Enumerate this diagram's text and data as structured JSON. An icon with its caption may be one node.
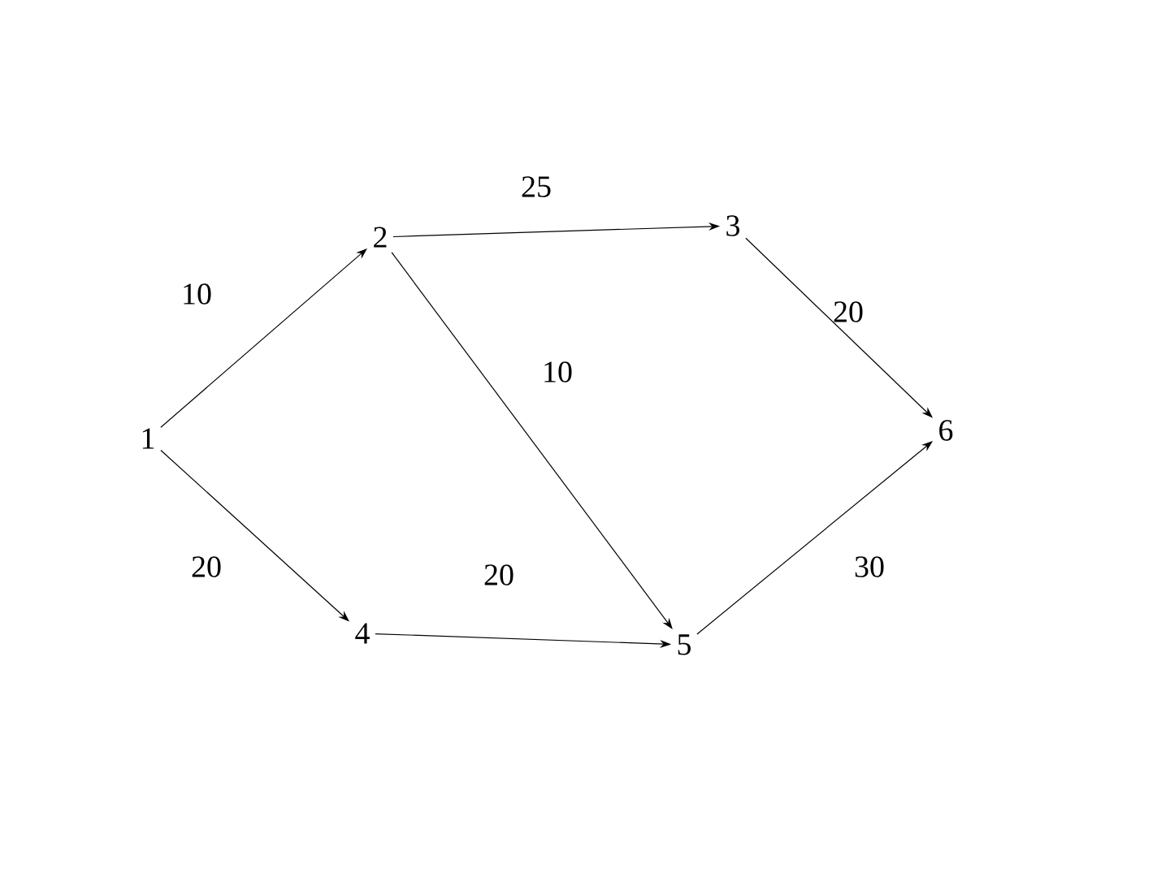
{
  "diagram": {
    "nodes": [
      {
        "text": [
          "1"
        ]
      },
      {
        "text": [
          "2"
        ]
      },
      {
        "text": [
          "3"
        ]
      },
      {
        "text": [
          "4"
        ]
      },
      {
        "text": [
          "5"
        ]
      },
      {
        "text": [
          "6"
        ]
      }
    ],
    "edges": [
      {
        "from": 0,
        "to": 1,
        "arrow": "to",
        "label": "10"
      },
      {
        "from": 0,
        "to": 3,
        "arrow": "to",
        "label": "20"
      },
      {
        "from": 1,
        "to": 2,
        "arrow": "to",
        "label": "25"
      },
      {
        "from": 1,
        "to": 4,
        "arrow": "to",
        "label": "10"
      },
      {
        "from": 2,
        "to": 5,
        "arrow": "to",
        "label": "20"
      },
      {
        "from": 3,
        "to": 4,
        "arrow": "to",
        "label": "20"
      },
      {
        "from": 4,
        "to": 5,
        "arrow": "to",
        "label": "30"
      }
    ]
  }
}
